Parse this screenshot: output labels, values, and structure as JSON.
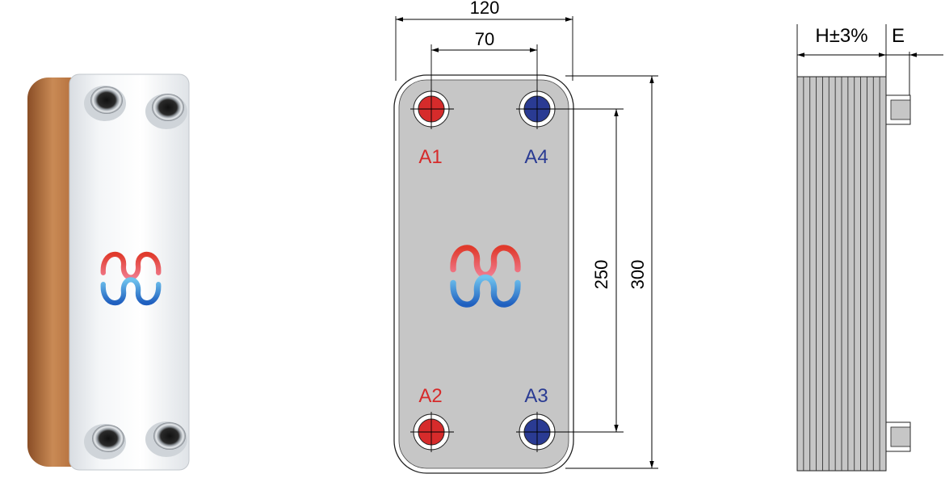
{
  "photo": {
    "icon": "brand-loops-logo"
  },
  "front_view": {
    "dims": {
      "overall_width": "120",
      "port_spacing_h": "70",
      "port_spacing_v": "250",
      "overall_height": "300"
    },
    "ports": [
      {
        "label": "A1",
        "color": "#d62b2b"
      },
      {
        "label": "A4",
        "color": "#2a3b93"
      },
      {
        "label": "A2",
        "color": "#d62b2b"
      },
      {
        "label": "A3",
        "color": "#2a3b93"
      }
    ],
    "icon": "brand-loops-logo"
  },
  "side_view": {
    "thickness_label": "H±3%",
    "connection_label": "E"
  },
  "colors": {
    "hot": "#d62b2b",
    "cold": "#2a3b93",
    "plate_gray": "#c6c6c6",
    "copper": "#b87440"
  }
}
